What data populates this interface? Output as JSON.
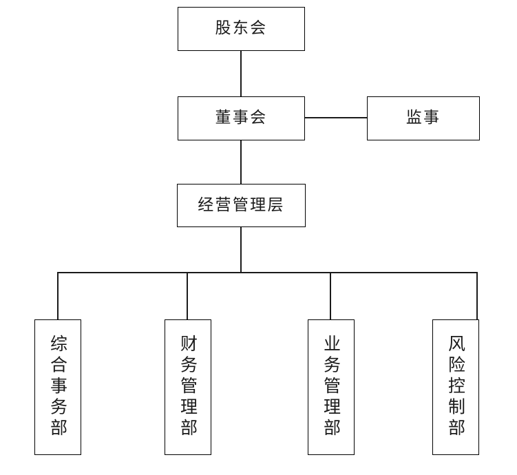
{
  "diagram": {
    "type": "organizational-chart",
    "title": "",
    "orientation": "top-down",
    "colors": {
      "line": "#1a1a1a",
      "box_border": "#000000",
      "box_fill": "#ffffff",
      "text": "#1a1a1a",
      "background": "#ffffff"
    },
    "levels": [
      {
        "level": 1,
        "nodes": [
          {
            "id": "shareholders",
            "label": "股东会",
            "text_direction": "horizontal"
          }
        ]
      },
      {
        "level": 2,
        "nodes": [
          {
            "id": "board",
            "label": "董事会",
            "text_direction": "horizontal"
          },
          {
            "id": "supervisor",
            "label": "监事",
            "text_direction": "horizontal"
          }
        ]
      },
      {
        "level": 3,
        "nodes": [
          {
            "id": "management",
            "label": "经营管理层",
            "text_direction": "horizontal"
          }
        ]
      },
      {
        "level": 4,
        "nodes": [
          {
            "id": "general-affairs",
            "label": "综合事务部",
            "text_direction": "vertical"
          },
          {
            "id": "finance",
            "label": "财务管理部",
            "text_direction": "vertical"
          },
          {
            "id": "business",
            "label": "业务管理部",
            "text_direction": "vertical"
          },
          {
            "id": "risk-control",
            "label": "风险控制部",
            "text_direction": "vertical"
          }
        ]
      }
    ],
    "connections": [
      {
        "from": "shareholders",
        "to": "board",
        "style": "vertical-line"
      },
      {
        "from": "board",
        "to": "supervisor",
        "style": "horizontal-line"
      },
      {
        "from": "board",
        "to": "management",
        "style": "vertical-line"
      },
      {
        "from": "management",
        "to": "general-affairs",
        "style": "elbow"
      },
      {
        "from": "management",
        "to": "finance",
        "style": "elbow"
      },
      {
        "from": "management",
        "to": "business",
        "style": "elbow"
      },
      {
        "from": "management",
        "to": "risk-control",
        "style": "elbow"
      }
    ]
  },
  "nodes": {
    "shareholders": "股东会",
    "board": "董事会",
    "supervisor": "监事",
    "management": "经营管理层",
    "general_affairs": "综合事务部",
    "finance": "财务管理部",
    "business": "业务管理部",
    "risk_control": "风险控制部"
  }
}
